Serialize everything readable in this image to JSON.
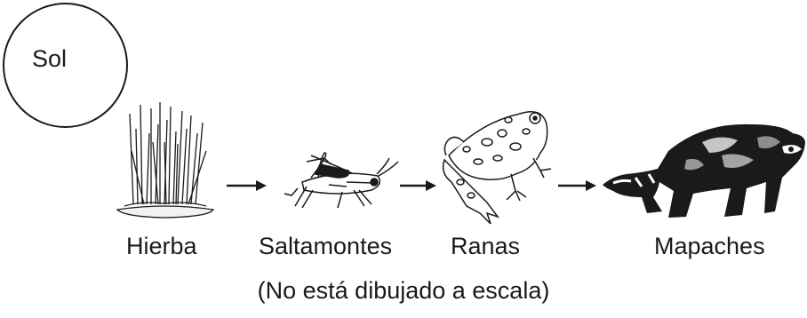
{
  "sun": {
    "label": "Sol"
  },
  "organisms": [
    {
      "name": "Hierba",
      "icon": "grass-icon"
    },
    {
      "name": "Saltamontes",
      "icon": "grasshopper-icon"
    },
    {
      "name": "Ranas",
      "icon": "frog-icon"
    },
    {
      "name": "Mapaches",
      "icon": "raccoon-icon"
    }
  ],
  "footnote": "(No está dibujado a escala)"
}
